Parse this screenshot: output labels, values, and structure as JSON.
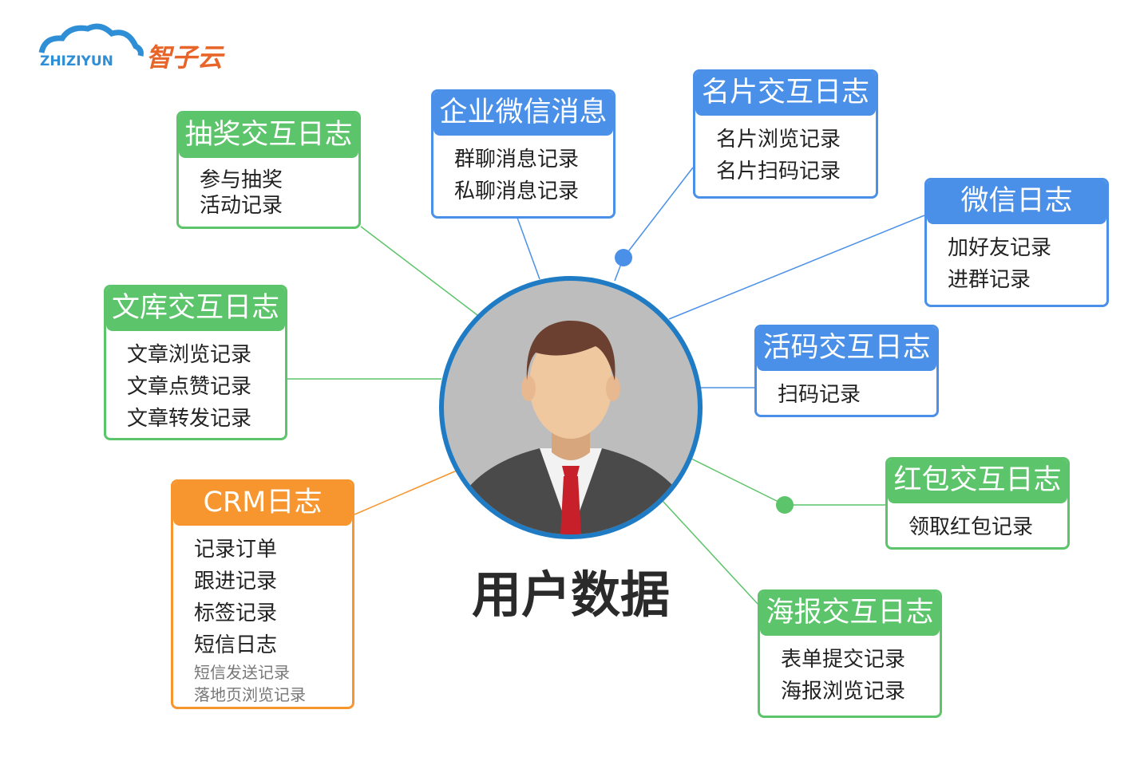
{
  "logo": {
    "en": "ZHIZIYUN",
    "cn": "智子云"
  },
  "center": {
    "title": "用户数据"
  },
  "colors": {
    "green": "#5cc46a",
    "blue": "#4a90e8",
    "orange": "#f7962e"
  },
  "boxes": {
    "lottery": {
      "title": "抽奖交互日志",
      "items": [
        "参与抽奖",
        "活动记录"
      ]
    },
    "wecom": {
      "title": "企业微信消息",
      "items": [
        "群聊消息记录",
        "私聊消息记录"
      ]
    },
    "card": {
      "title": "名片交互日志",
      "items": [
        "名片浏览记录",
        "名片扫码记录"
      ]
    },
    "wechat": {
      "title": "微信日志",
      "items": [
        "加好友记录",
        "进群记录"
      ]
    },
    "library": {
      "title": "文库交互日志",
      "items": [
        "文章浏览记录",
        "文章点赞记录",
        "文章转发记录"
      ]
    },
    "qrcode": {
      "title": "活码交互日志",
      "items": [
        "扫码记录"
      ]
    },
    "crm": {
      "title": "CRM日志",
      "items": [
        "记录订单",
        "跟进记录",
        "标签记录",
        "短信日志"
      ],
      "sub_items": [
        "短信发送记录",
        "落地页浏览记录"
      ]
    },
    "redpacket": {
      "title": "红包交互日志",
      "items": [
        "领取红包记录"
      ]
    },
    "poster": {
      "title": "海报交互日志",
      "items": [
        "表单提交记录",
        "海报浏览记录"
      ]
    }
  }
}
